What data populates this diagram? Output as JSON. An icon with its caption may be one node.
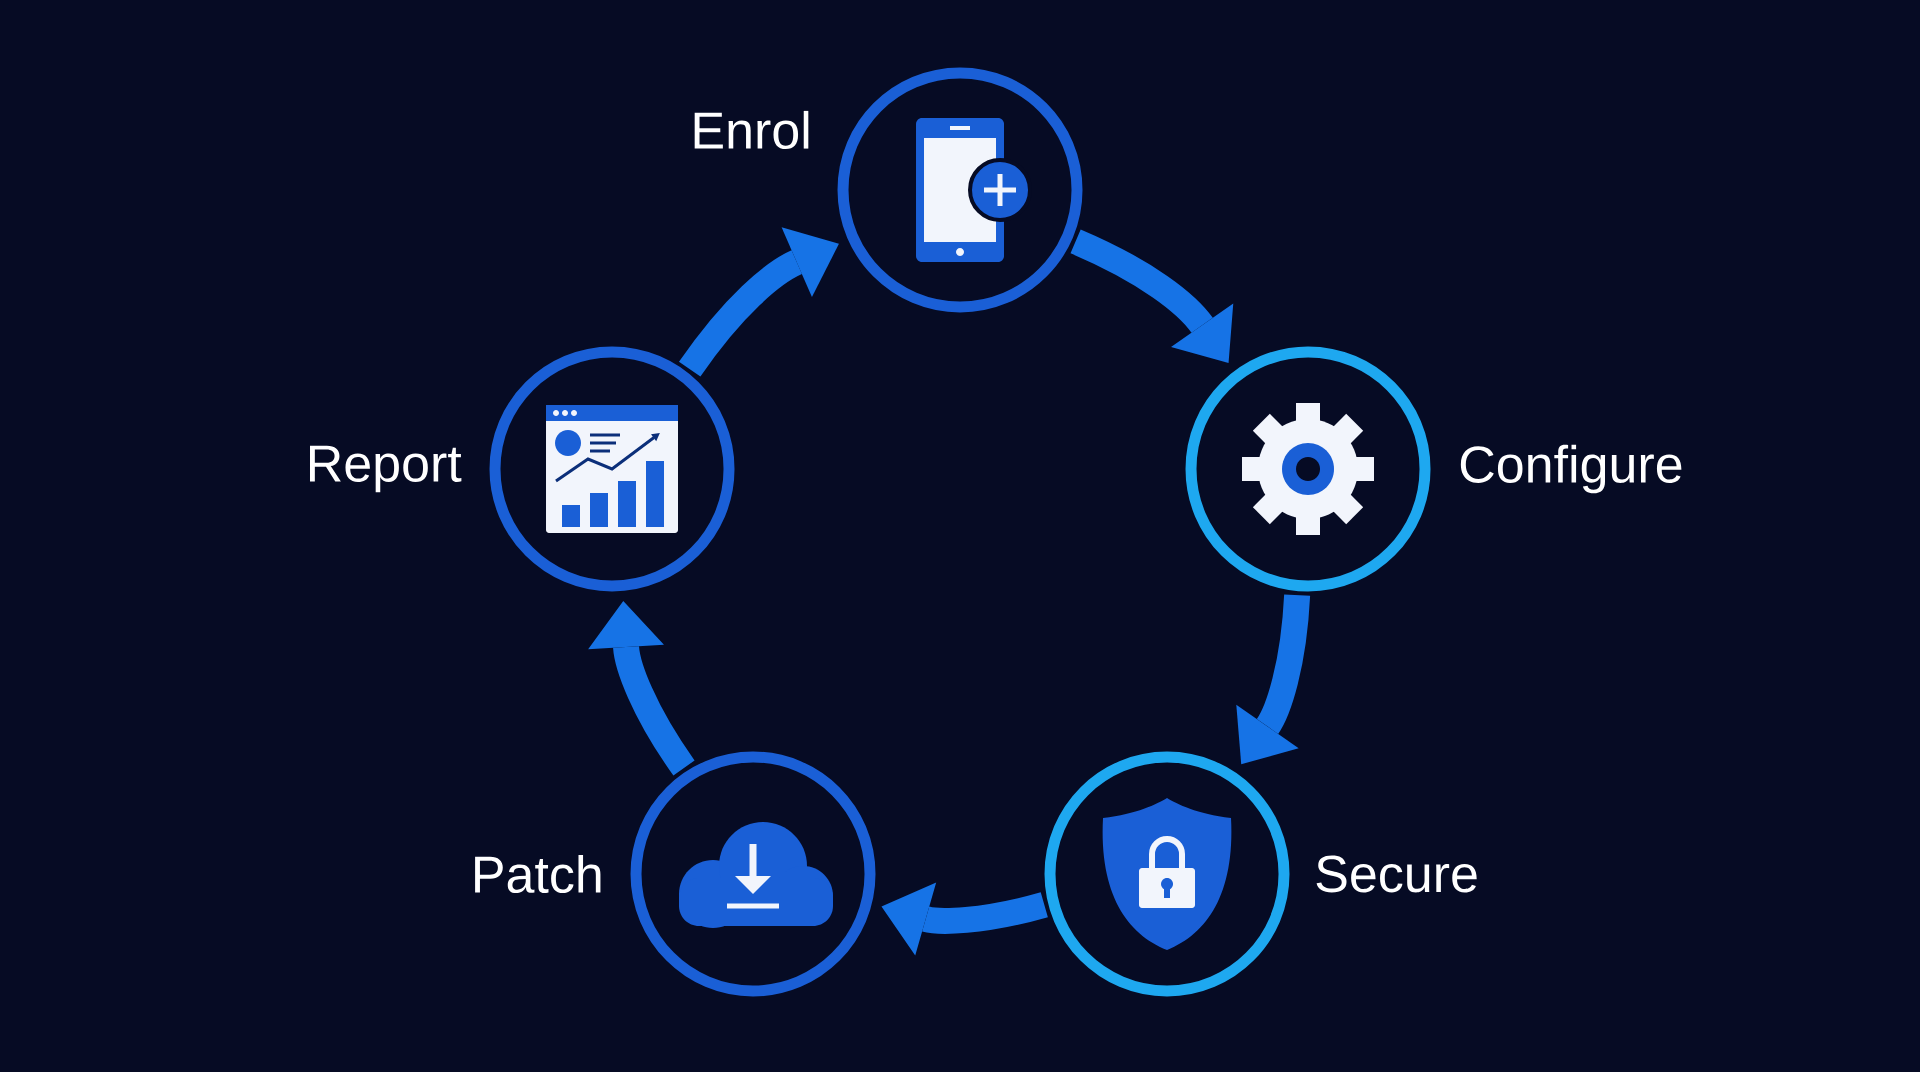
{
  "diagram": {
    "nodes": [
      {
        "text": [],
        "shape": "circle",
        "beside": [
          "Enrol"
        ]
      },
      {
        "text": [],
        "shape": "circle",
        "beside": [
          "Configure"
        ]
      },
      {
        "text": [],
        "shape": "circle",
        "beside": [
          "Secure"
        ]
      },
      {
        "text": [],
        "shape": "circle",
        "beside": [
          "Patch"
        ]
      },
      {
        "text": [],
        "shape": "circle",
        "beside": [
          "Report"
        ]
      }
    ],
    "edges": [
      {
        "from": 0,
        "to": 1,
        "arrow": "to"
      },
      {
        "from": 1,
        "to": 2,
        "arrow": "to"
      },
      {
        "from": 2,
        "to": 3,
        "arrow": "to"
      },
      {
        "from": 3,
        "to": 4,
        "arrow": "to"
      },
      {
        "from": 4,
        "to": 0,
        "arrow": "to"
      }
    ]
  }
}
